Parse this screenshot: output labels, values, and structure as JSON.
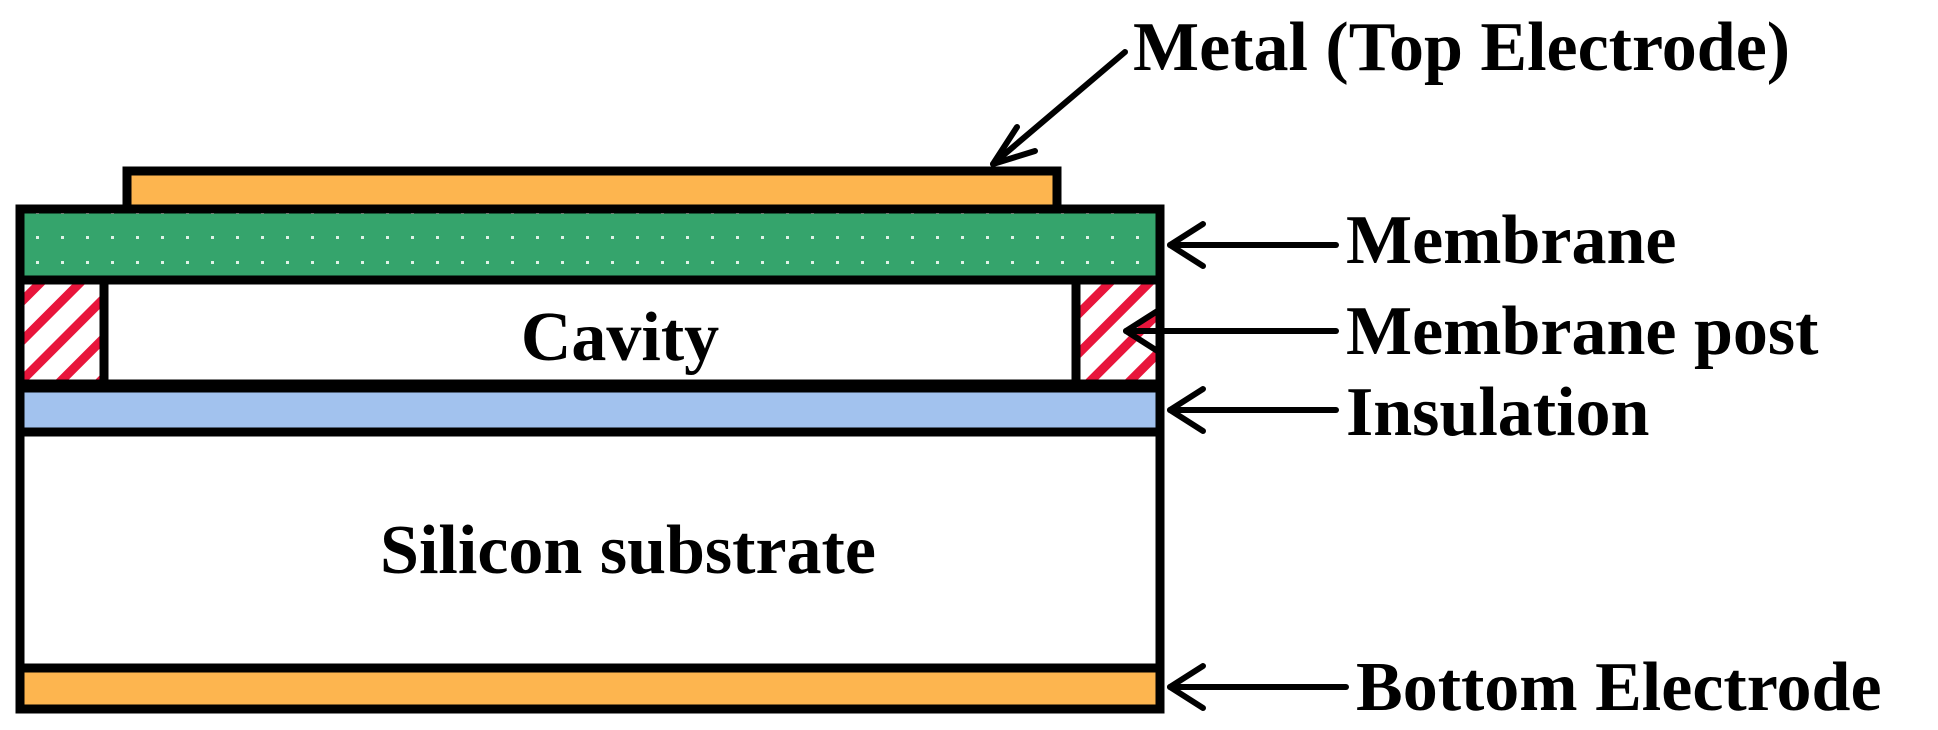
{
  "colors": {
    "metal": "#fdb54f",
    "membrane": "#35a46c",
    "membrane_dots": "#dff2e6",
    "post_stripe": "#e8153b",
    "insulation": "#a2c2ee",
    "outline": "#000000",
    "background": "#ffffff"
  },
  "layers": {
    "metal_top": "Metal (Top Electrode)",
    "membrane": "Membrane",
    "membrane_post": "Membrane post",
    "insulation": "Insulation",
    "bottom_electrode": "Bottom Electrode"
  },
  "regions": {
    "cavity": "Cavity",
    "substrate": "Silicon substrate"
  }
}
